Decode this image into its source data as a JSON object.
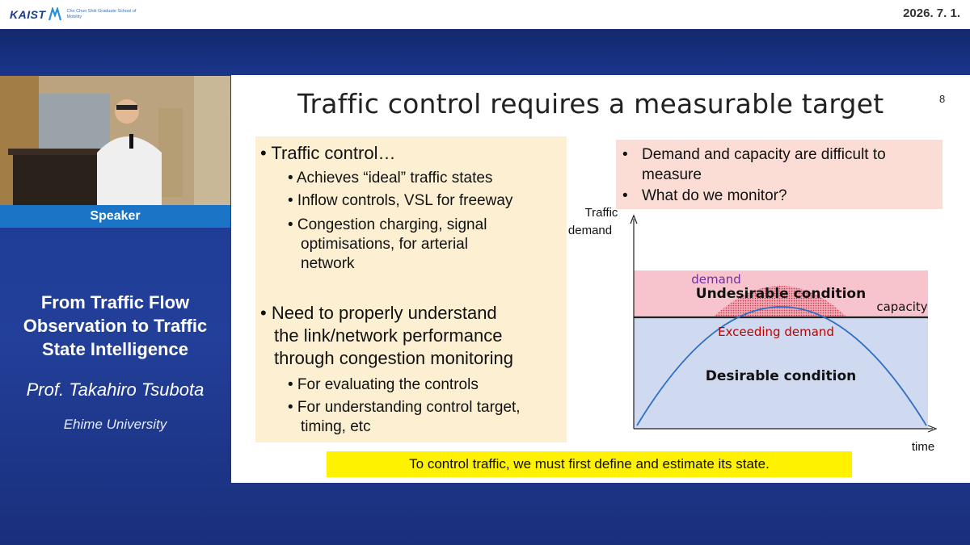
{
  "header": {
    "logo_text": "KAIST",
    "logo_subtitle": "Cho Chun Shik Graduate School of Mobility",
    "date": "2026. 7. 1."
  },
  "sidebar": {
    "speaker_label": "Speaker",
    "talk_title_lines": [
      "From Traffic Flow",
      "Observation to Traffic",
      "State Intelligence"
    ],
    "speaker_name": "Prof. Takahiro Tsubota",
    "affiliation": "Ehime University"
  },
  "slide": {
    "title": "Traffic control requires a measurable target",
    "number": "8",
    "left_box": {
      "bullet1": "• Traffic control…",
      "bullet1_subs": [
        "• Achieves “ideal” traffic states",
        "• Inflow controls, VSL for freeway",
        "• Congestion charging, signal",
        "optimisations, for arterial",
        "network"
      ],
      "bullet2_lines": [
        "• Need to properly understand",
        "the link/network performance",
        "through congestion monitoring"
      ],
      "bullet2_subs": [
        "• For evaluating the controls",
        "• For understanding control target,",
        "timing, etc"
      ]
    },
    "right_box": {
      "line1": "•",
      "item1_line1": "Demand and capacity are difficult to",
      "item1_line2": "measure",
      "line3": "•",
      "item2": "What do we monitor?"
    },
    "diagram": {
      "y_label_line1": "Traffic",
      "y_label_line2": "demand",
      "x_label": "time",
      "demand_label": "demand",
      "capacity_label": "capacity",
      "undesirable_label": "Undesirable condition",
      "exceeding_label": "Exceeding demand",
      "desirable_label": "Desirable condition",
      "colors": {
        "undesirable_fill": "#f7c3cc",
        "desirable_fill": "#cfd9ef",
        "curve": "#2e6fc1",
        "demand_text": "#7030a0",
        "exceeding_text": "#c00000",
        "hatch": "#d4485c"
      }
    },
    "bottom_note": "To control traffic, we must first define and estimate its state."
  }
}
